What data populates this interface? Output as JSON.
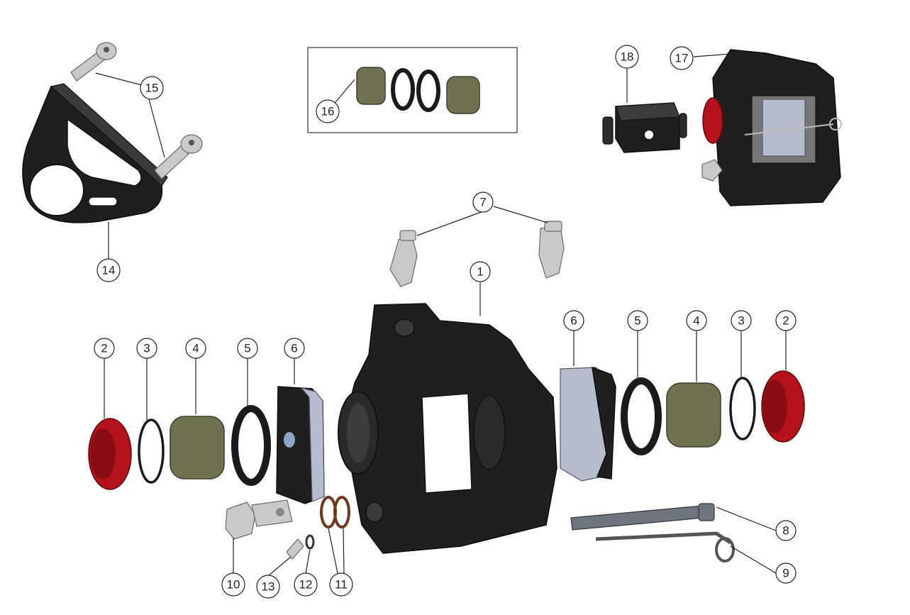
{
  "diagram": {
    "callouts": [
      {
        "id": "c1",
        "label": "1"
      },
      {
        "id": "c2a",
        "label": "2"
      },
      {
        "id": "c2b",
        "label": "2"
      },
      {
        "id": "c3a",
        "label": "3"
      },
      {
        "id": "c3b",
        "label": "3"
      },
      {
        "id": "c4a",
        "label": "4"
      },
      {
        "id": "c4b",
        "label": "4"
      },
      {
        "id": "c5a",
        "label": "5"
      },
      {
        "id": "c5b",
        "label": "5"
      },
      {
        "id": "c6a",
        "label": "6"
      },
      {
        "id": "c6b",
        "label": "6"
      },
      {
        "id": "c7",
        "label": "7"
      },
      {
        "id": "c8",
        "label": "8"
      },
      {
        "id": "c9",
        "label": "9"
      },
      {
        "id": "c10",
        "label": "10"
      },
      {
        "id": "c11",
        "label": "11"
      },
      {
        "id": "c12",
        "label": "12"
      },
      {
        "id": "c13",
        "label": "13"
      },
      {
        "id": "c14",
        "label": "14"
      },
      {
        "id": "c15",
        "label": "15"
      },
      {
        "id": "c16",
        "label": "16"
      },
      {
        "id": "c17",
        "label": "17"
      },
      {
        "id": "c18",
        "label": "18"
      }
    ],
    "colors": {
      "body": "#1f1f1f",
      "cap": "#b5121b",
      "piston": "#6f7150",
      "pad_face": "#b7bccc",
      "hardware": "#c9c9c9",
      "oring": "#6b3a1f"
    }
  }
}
